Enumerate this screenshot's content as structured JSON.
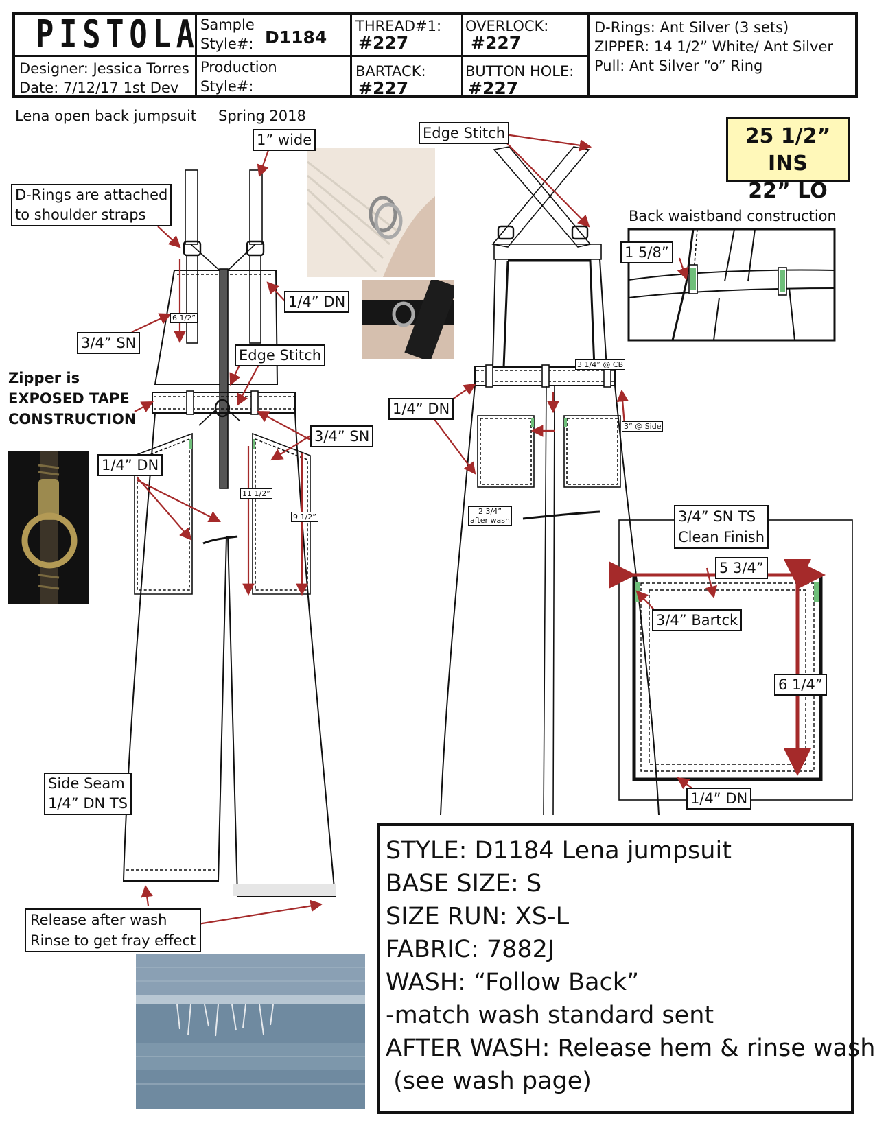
{
  "header": {
    "brand": "PISTOLA",
    "designer": "Designer: Jessica Torres",
    "date": "Date: 7/12/17 1st Dev",
    "sample_label_1": "Sample",
    "sample_label_2": "Style#:",
    "sample_value": "D1184",
    "production_label_1": "Production",
    "production_label_2": "Style#:",
    "thread_label": "THREAD#1:",
    "thread_value": "#227",
    "bartack_label": "BARTACK:",
    "bartack_value": "#227",
    "overlock_label": "OVERLOCK:",
    "overlock_value": "#227",
    "buttonhole_label": "BUTTON HOLE:",
    "buttonhole_value": "#227",
    "trims": [
      "D-Rings: Ant Silver (3 sets)",
      "ZIPPER: 14 1/2” White/ Ant Silver",
      "Pull: Ant Silver “o” Ring"
    ]
  },
  "subtitle": {
    "style_name": "Lena open back jumpsuit",
    "season": "Spring 2018"
  },
  "measurements": {
    "inseam": "25 1/2” INS",
    "leg_opening": "22” LO"
  },
  "front_callouts": {
    "strap_width": "1” wide",
    "d_rings_1": "D-Rings are attached",
    "d_rings_2": "to shoulder straps",
    "strap_dn": "1/4” DN",
    "strap_length": "6 1/2”",
    "sn_34_a": "3/4” SN",
    "edge_stitch": "Edge Stitch",
    "zipper_1": "Zipper is",
    "zipper_2": "EXPOSED TAPE",
    "zipper_3": "CONSTRUCTION",
    "pocket_dn": "1/4” DN",
    "sn_34_b": "3/4” SN",
    "pocket_len_a": "11 1/2”",
    "pocket_len_b": "9 1/2”",
    "side_seam_1": "Side Seam",
    "side_seam_2": "1/4” DN TS",
    "release_1": "Release after wash",
    "release_2": "Rinse to get fray effect"
  },
  "back_callouts": {
    "edge_stitch": "Edge Stitch",
    "waistband_title": "Back waistband construction",
    "waistband_dim": "1 5/8”",
    "cb": "3 1/4” @ CB",
    "side": "3” @ Side",
    "pocket_dn": "1/4” DN",
    "after_wash_1": "2 3/4”",
    "after_wash_2": "after wash"
  },
  "pocket_detail": {
    "sn_ts": "3/4” SN TS",
    "clean_finish": "Clean Finish",
    "width": "5 3/4”",
    "bartack": "3/4” Bartck",
    "height": "6 1/4”",
    "dn": "1/4” DN"
  },
  "spec": [
    "STYLE: D1184 Lena jumpsuit",
    "BASE SIZE: S",
    "SIZE RUN: XS-L",
    "FABRIC: 7882J",
    "WASH: “Follow Back”",
    "-match wash standard sent",
    "AFTER WASH: Release hem & rinse wash",
    " (see wash page)"
  ],
  "colors": {
    "arrow": "#a52a2a",
    "measure_bg": "#fff8b9",
    "bartack": "#6fbf7a"
  }
}
